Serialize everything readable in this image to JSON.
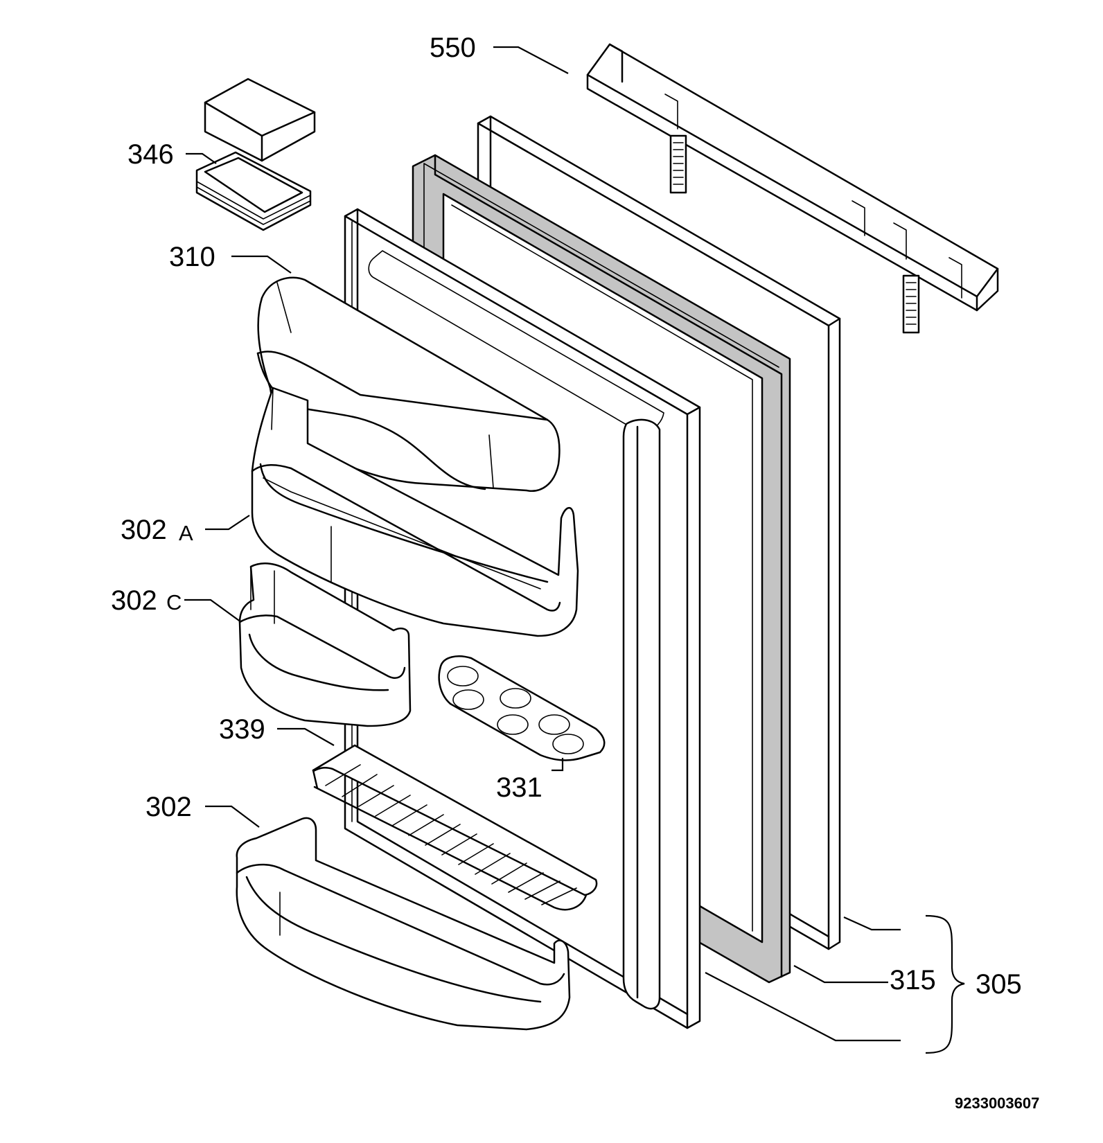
{
  "diagram": {
    "labels": {
      "p550": "550",
      "p346": "346",
      "p310": "310",
      "p302A_num": "302",
      "p302A_suffix": "A",
      "p302C_num": "302",
      "p302C_suffix": "C",
      "p339": "339",
      "p331": "331",
      "p302": "302",
      "p315": "315",
      "p305": "305"
    },
    "drawing_number": "9233003607"
  }
}
